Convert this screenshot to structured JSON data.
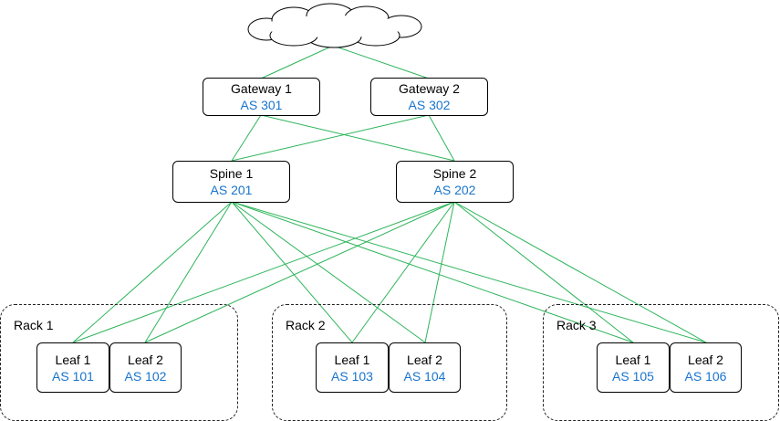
{
  "network": {
    "gateways": [
      {
        "name": "Gateway 1",
        "as": "AS 301"
      },
      {
        "name": "Gateway 2",
        "as": "AS 302"
      }
    ],
    "spines": [
      {
        "name": "Spine 1",
        "as": "AS 201"
      },
      {
        "name": "Spine 2",
        "as": "AS 202"
      }
    ],
    "racks": [
      {
        "label": "Rack 1",
        "leaves": [
          {
            "name": "Leaf 1",
            "as": "AS 101"
          },
          {
            "name": "Leaf 2",
            "as": "AS 102"
          }
        ]
      },
      {
        "label": "Rack 2",
        "leaves": [
          {
            "name": "Leaf 1",
            "as": "AS 103"
          },
          {
            "name": "Leaf 2",
            "as": "AS 104"
          }
        ]
      },
      {
        "label": "Rack 3",
        "leaves": [
          {
            "name": "Leaf 1",
            "as": "AS 105"
          },
          {
            "name": "Leaf 2",
            "as": "AS 106"
          }
        ]
      }
    ]
  },
  "colors": {
    "link": "#2db45a",
    "as_text": "#1874cd",
    "border": "#000000"
  },
  "icons": {
    "internet": "cloud-icon"
  }
}
